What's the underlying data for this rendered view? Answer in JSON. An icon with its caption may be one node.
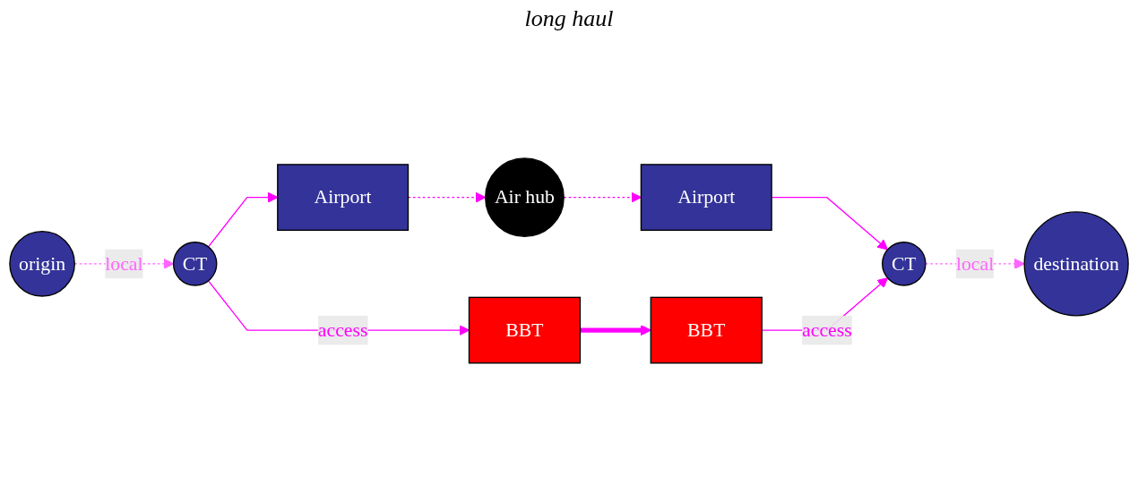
{
  "diagram": {
    "nodes": [
      {
        "text": [
          "origin"
        ]
      },
      {
        "text": [
          "CT"
        ]
      },
      {
        "text": [
          "Airport"
        ]
      },
      {
        "text": [
          "Air hub"
        ]
      },
      {
        "text": [
          "Airport"
        ]
      },
      {
        "text": [
          "CT"
        ]
      },
      {
        "text": [
          "destination"
        ]
      },
      {
        "text": [
          "BBT"
        ]
      },
      {
        "text": [
          "BBT"
        ]
      }
    ],
    "edges": [
      {
        "from": 0,
        "to": 1,
        "arrow": "to",
        "label": "local",
        "style": "dashed",
        "color": "#ff66ff"
      },
      {
        "from": 1,
        "to": 2,
        "arrow": "to"
      },
      {
        "from": 1,
        "to": 7,
        "arrow": "to",
        "label": "access"
      },
      {
        "from": 2,
        "to": 3,
        "arrow": "to",
        "style": "dashed"
      },
      {
        "from": 3,
        "to": 4,
        "arrow": "to",
        "style": "dashed"
      },
      {
        "from": 4,
        "to": 5,
        "arrow": "to"
      },
      {
        "from": 7,
        "to": 8,
        "arrow": "to",
        "style": "thick"
      },
      {
        "from": 8,
        "to": 5,
        "arrow": "to",
        "label": "access"
      },
      {
        "from": 5,
        "to": 6,
        "arrow": "to",
        "label": "local",
        "style": "dashed",
        "color": "#ff66ff"
      }
    ],
    "labels": [
      "long haul"
    ]
  }
}
